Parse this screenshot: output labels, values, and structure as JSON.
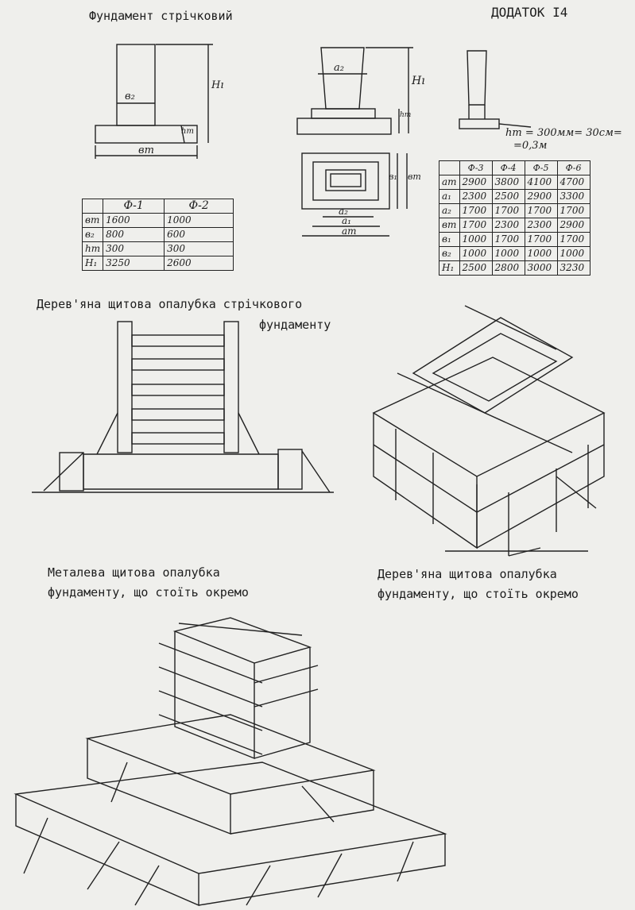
{
  "header": {
    "title": "Фундамент стрічковий",
    "appendix": "ДОДАТОК  І4"
  },
  "strip_foundation": {
    "dims": {
      "b2": "в₂",
      "bt": "вт",
      "hr": "hт",
      "h1": "Hı"
    },
    "table": {
      "headers": [
        "",
        "Ф-1",
        "Ф-2"
      ],
      "rows": [
        [
          "вт",
          "1600",
          "1000"
        ],
        [
          "в₂",
          "800",
          "600"
        ],
        [
          "hт",
          "300",
          "300"
        ],
        [
          "H₁",
          "3250",
          "2600"
        ]
      ]
    }
  },
  "column_foundation": {
    "dims": {
      "a2": "a₂",
      "a1": "a₁",
      "at": "aт",
      "h1": "Hı",
      "hr": "hт",
      "b1": "в₁",
      "bt": "вт"
    },
    "note_line1": "hт = 300мм= 30см=",
    "note_line2": "=0,3м",
    "table": {
      "headers": [
        "",
        "Ф-3",
        "Ф-4",
        "Ф-5",
        "Ф-6"
      ],
      "rows": [
        [
          "aт",
          "2900",
          "3800",
          "4100",
          "4700"
        ],
        [
          "a₁",
          "2300",
          "2500",
          "2900",
          "3300"
        ],
        [
          "a₂",
          "1700",
          "1700",
          "1700",
          "1700"
        ],
        [
          "вт",
          "1700",
          "2300",
          "2300",
          "2900"
        ],
        [
          "в₁",
          "1000",
          "1700",
          "1700",
          "1700"
        ],
        [
          "в₂",
          "1000",
          "1000",
          "1000",
          "1000"
        ],
        [
          "H₁",
          "2500",
          "2800",
          "3000",
          "3230"
        ]
      ]
    }
  },
  "captions": {
    "strip_formwork_line1": "Дерев'яна щитова опалубка стрічкового",
    "strip_formwork_line2": "фундаменту",
    "metal_line1": "Металева щитова опалубка",
    "metal_line2": "фундаменту, що стоїть окремо",
    "wood_line1": "Дерев'яна щитова опалубка",
    "wood_line2": "фундаменту, що стоїть окремо"
  }
}
